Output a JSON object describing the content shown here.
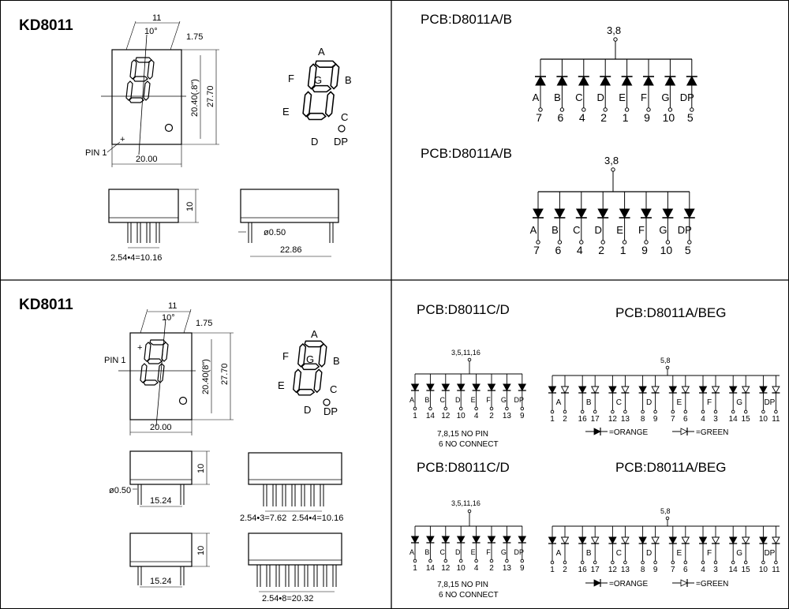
{
  "colors": {
    "ink": "#000000",
    "paper": "#ffffff"
  },
  "upper_left": {
    "title": "KD8011",
    "dims": {
      "slant": "11",
      "angle": "10°",
      "offset": "1.75",
      "height_inner": "20.40(.8\")",
      "height_outer": "27.70",
      "width": "20.00",
      "pin_label": "PIN 1",
      "side_height": "10",
      "pitch": "2.54•4=10.16",
      "pin_dia": "ø0.50",
      "depth": "22.86"
    },
    "segments": {
      "a": "A",
      "b": "B",
      "c": "C",
      "d": "D",
      "e": "E",
      "f": "F",
      "g": "G",
      "dp": "DP"
    }
  },
  "lower_left": {
    "title": "KD8011",
    "dims": {
      "slant": "11",
      "angle": "10°",
      "offset": "1.75",
      "height_inner": "20.40(8\")",
      "height_outer": "27.70",
      "width": "20.00",
      "pin_label": "PIN  1",
      "side_height_1": "10",
      "side_height_2": "10",
      "pin_dia": "ø0.50",
      "pin_span_1": "15.24",
      "pin_span_2": "15.24",
      "pitch_left": "2.54•3=7.62",
      "pitch_right": "2.54•4=10.16",
      "pitch_all": "2.54•8=20.32"
    },
    "segments": {
      "a": "A",
      "b": "B",
      "c": "C",
      "d": "D",
      "e": "E",
      "f": "F",
      "g": "G",
      "dp": "DP"
    }
  },
  "schematic_top": {
    "title": "PCB:D8011A/B",
    "common": "3,8",
    "labels": [
      "A",
      "B",
      "C",
      "D",
      "E",
      "F",
      "G",
      "DP"
    ],
    "pins": [
      "7",
      "6",
      "4",
      "2",
      "1",
      "9",
      "10",
      "5"
    ]
  },
  "schematic_mid": {
    "title": "PCB:D8011A/B",
    "common": "3,8",
    "labels": [
      "A",
      "B",
      "C",
      "D",
      "E",
      "F",
      "G",
      "DP"
    ],
    "pins": [
      "7",
      "6",
      "4",
      "2",
      "1",
      "9",
      "10",
      "5"
    ]
  },
  "schematic_cd_1": {
    "title": "PCB:D8011C/D",
    "common": "3,5,11,16",
    "labels": [
      "A",
      "B",
      "C",
      "D",
      "E",
      "F",
      "G",
      "DP"
    ],
    "pins": [
      "1",
      "14",
      "12",
      "10",
      "4",
      "2",
      "13",
      "9"
    ],
    "note_1": "7,8,15 NO PIN",
    "note_2": "6 NO CONNECT"
  },
  "schematic_cd_2": {
    "title": "PCB:D8011C/D",
    "common": "3,5,11,16",
    "labels": [
      "A",
      "B",
      "C",
      "D",
      "E",
      "F",
      "G",
      "DP"
    ],
    "pins": [
      "1",
      "14",
      "12",
      "10",
      "4",
      "2",
      "13",
      "9"
    ],
    "note_1": "7,8,15 NO PIN",
    "note_2": "6 NO CONNECT"
  },
  "schematic_beg_1": {
    "title": "PCB:D8011A/BEG",
    "common": "5,8",
    "labels": [
      "A",
      "B",
      "C",
      "D",
      "E",
      "F",
      "G",
      "DP"
    ],
    "pins": [
      "1",
      "2",
      "16",
      "17",
      "12",
      "13",
      "8",
      "9",
      "7",
      "6",
      "4",
      "3",
      "14",
      "15",
      "10",
      "11"
    ],
    "legend_orange": "=ORANGE",
    "legend_green": "=GREEN"
  },
  "schematic_beg_2": {
    "title": "PCB:D8011A/BEG",
    "common": "5,8",
    "labels": [
      "A",
      "B",
      "C",
      "D",
      "E",
      "F",
      "G",
      "DP"
    ],
    "pins": [
      "1",
      "2",
      "16",
      "17",
      "12",
      "13",
      "8",
      "9",
      "7",
      "6",
      "4",
      "3",
      "14",
      "15",
      "10",
      "11"
    ],
    "legend_orange": "=ORANGE",
    "legend_green": "=GREEN"
  }
}
